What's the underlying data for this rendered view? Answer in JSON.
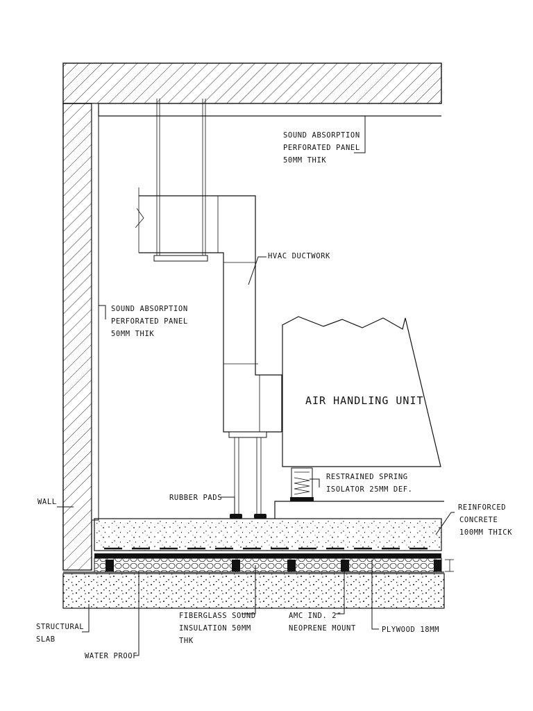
{
  "labels": {
    "ceiling_panel": [
      "SOUND ABSORPTION",
      "PERFORATED PANEL",
      "50MM THIK"
    ],
    "wall_panel": [
      "SOUND ABSORPTION",
      "PERFORATED PANEL",
      "50MM THIK"
    ],
    "hvac": "HVAC DUCTWORK",
    "ahu": "AIR HANDLING UNIT",
    "spring": [
      "RESTRAINED SPRING",
      "ISOLATOR 25MM DEF."
    ],
    "rubber": "RUBBER PADS",
    "wall": "WALL",
    "concrete": [
      "REINFORCED",
      "CONCRETE",
      "100MM THICK"
    ],
    "slab": [
      "STRUCTURAL",
      "SLAB"
    ],
    "waterproof": "WATER PROOF",
    "fiberglass": [
      "FIBERGLASS SOUND",
      "INSULATION 50MM",
      "THK"
    ],
    "neoprene": [
      "AMC IND. 2\"",
      "NEOPRENE MOUNT"
    ],
    "plywood": "PLYWOOD 18MM"
  }
}
